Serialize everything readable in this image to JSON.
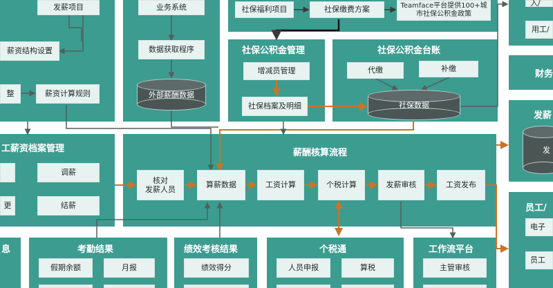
{
  "boxes": {
    "fa_xin_xiang_mu": "发薪项目",
    "xin_zi_jie_gou": "薪资结构设置",
    "tiao_zheng": "整",
    "xin_zi_ji_suan_gui_ze": "薪资计算规则",
    "ye_wu_xi_tong": "业务系统",
    "shu_ju_huo_qu": "数据获取程序",
    "she_bao_fu_li": "社保福利项目",
    "she_bao_jiao_fei": "社保缴费方案",
    "teamface_line1": "Teamface平台提供100+城",
    "teamface_line2": "市社保公积金政策",
    "zeng_jian_yuan": "增减员管理",
    "she_bao_dang_an": "社保档案及明细",
    "dai_jiao": "代缴",
    "bu_jiao": "补缴",
    "tiao_xin": "调薪",
    "geng": "更",
    "jie_xin": "结薪",
    "he_dui_1": "核对",
    "he_dui_2": "发薪人员",
    "suan_xin_shu_ju": "算薪数据",
    "gong_zi_ji_suan": "工资计算",
    "ge_shui_ji_suan": "个税计算",
    "fa_xin_shen_he": "发薪审核",
    "gong_zi_fa_bu": "工资发布",
    "jia_qi_yu_e": "假期余额",
    "yue_bao": "月报",
    "ji_xiao_de_fen": "绩效得分",
    "ren_yuan_shen_bao": "人员申报",
    "suan_shui": "算税",
    "zhu_guan_shen_he": "主管审核",
    "right_top_1": "入/",
    "right_top_2": "用工/",
    "right_dianzi": "电子",
    "right_yuangong": "员工"
  },
  "titles": {
    "she_bao_gjj_guan_li": "社保公积金管理",
    "she_bao_gjj_tai_zhang": "社保公积金台账",
    "gong_xin_zi_dang_an": "工薪资档案管理",
    "xin_chou_he_suan": "薪酬核算流程",
    "kao_qin_jie_guo": "考勤结果",
    "ji_xiao_kao_he": "绩效考核结果",
    "ge_shui_tong": "个税通",
    "gong_zuo_liu": "工作流平台",
    "xi": "息",
    "cai_wu": "财务",
    "fa_xin_right": "发薪",
    "yuan_gong_right": "员工/"
  },
  "databases": {
    "wai_bu_xin_chou": "外部薪酬数据",
    "she_bao_shu_ju": "社保数据",
    "fa_xin_db": "发"
  },
  "colors": {
    "panel": "#3c9c90",
    "box": "#e8f3f1",
    "arrow_orange": "#c8742a",
    "arrow_dark": "#3a3a3a"
  }
}
